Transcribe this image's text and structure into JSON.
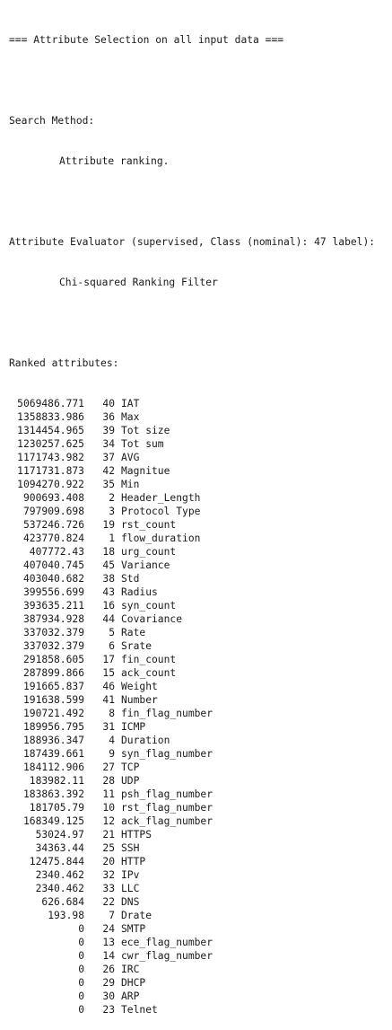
{
  "header": {
    "title": "=== Attribute Selection on all input data ==="
  },
  "search": {
    "label": "Search Method:",
    "value": "Attribute ranking."
  },
  "evaluator": {
    "label": "Attribute Evaluator (supervised, Class (nominal): 47 label):",
    "value": "Chi-squared Ranking Filter"
  },
  "ranked": {
    "label": "Ranked attributes:",
    "rows": [
      {
        "score": "5069486.771",
        "index": "40",
        "name": "IAT"
      },
      {
        "score": "1358833.986",
        "index": "36",
        "name": "Max"
      },
      {
        "score": "1314454.965",
        "index": "39",
        "name": "Tot size"
      },
      {
        "score": "1230257.625",
        "index": "34",
        "name": "Tot sum"
      },
      {
        "score": "1171743.982",
        "index": "37",
        "name": "AVG"
      },
      {
        "score": "1171731.873",
        "index": "42",
        "name": "Magnitue"
      },
      {
        "score": "1094270.922",
        "index": "35",
        "name": "Min"
      },
      {
        "score": "900693.408",
        "index": "2",
        "name": "Header_Length"
      },
      {
        "score": "797909.698",
        "index": "3",
        "name": "Protocol Type"
      },
      {
        "score": "537246.726",
        "index": "19",
        "name": "rst_count"
      },
      {
        "score": "423770.824",
        "index": "1",
        "name": "flow_duration"
      },
      {
        "score": "407772.43",
        "index": "18",
        "name": "urg_count"
      },
      {
        "score": "407040.745",
        "index": "45",
        "name": "Variance"
      },
      {
        "score": "403040.682",
        "index": "38",
        "name": "Std"
      },
      {
        "score": "399556.699",
        "index": "43",
        "name": "Radius"
      },
      {
        "score": "393635.211",
        "index": "16",
        "name": "syn_count"
      },
      {
        "score": "387934.928",
        "index": "44",
        "name": "Covariance"
      },
      {
        "score": "337032.379",
        "index": "5",
        "name": "Rate"
      },
      {
        "score": "337032.379",
        "index": "6",
        "name": "Srate"
      },
      {
        "score": "291858.605",
        "index": "17",
        "name": "fin_count"
      },
      {
        "score": "287899.866",
        "index": "15",
        "name": "ack_count"
      },
      {
        "score": "191665.837",
        "index": "46",
        "name": "Weight"
      },
      {
        "score": "191638.599",
        "index": "41",
        "name": "Number"
      },
      {
        "score": "190721.492",
        "index": "8",
        "name": "fin_flag_number"
      },
      {
        "score": "189956.795",
        "index": "31",
        "name": "ICMP"
      },
      {
        "score": "188936.347",
        "index": "4",
        "name": "Duration"
      },
      {
        "score": "187439.661",
        "index": "9",
        "name": "syn_flag_number"
      },
      {
        "score": "184112.906",
        "index": "27",
        "name": "TCP"
      },
      {
        "score": "183982.11",
        "index": "28",
        "name": "UDP"
      },
      {
        "score": "183863.392",
        "index": "11",
        "name": "psh_flag_number"
      },
      {
        "score": "181705.79",
        "index": "10",
        "name": "rst_flag_number"
      },
      {
        "score": "168349.125",
        "index": "12",
        "name": "ack_flag_number"
      },
      {
        "score": "53024.97",
        "index": "21",
        "name": "HTTPS"
      },
      {
        "score": "34363.44",
        "index": "25",
        "name": "SSH"
      },
      {
        "score": "12475.844",
        "index": "20",
        "name": "HTTP"
      },
      {
        "score": "2340.462",
        "index": "32",
        "name": "IPv"
      },
      {
        "score": "2340.462",
        "index": "33",
        "name": "LLC"
      },
      {
        "score": "626.684",
        "index": "22",
        "name": "DNS"
      },
      {
        "score": "193.98",
        "index": "7",
        "name": "Drate"
      },
      {
        "score": "0",
        "index": "24",
        "name": "SMTP"
      },
      {
        "score": "0",
        "index": "13",
        "name": "ece_flag_number"
      },
      {
        "score": "0",
        "index": "14",
        "name": "cwr_flag_number"
      },
      {
        "score": "0",
        "index": "26",
        "name": "IRC"
      },
      {
        "score": "0",
        "index": "29",
        "name": "DHCP"
      },
      {
        "score": "0",
        "index": "30",
        "name": "ARP"
      },
      {
        "score": "0",
        "index": "23",
        "name": "Telnet"
      }
    ]
  }
}
